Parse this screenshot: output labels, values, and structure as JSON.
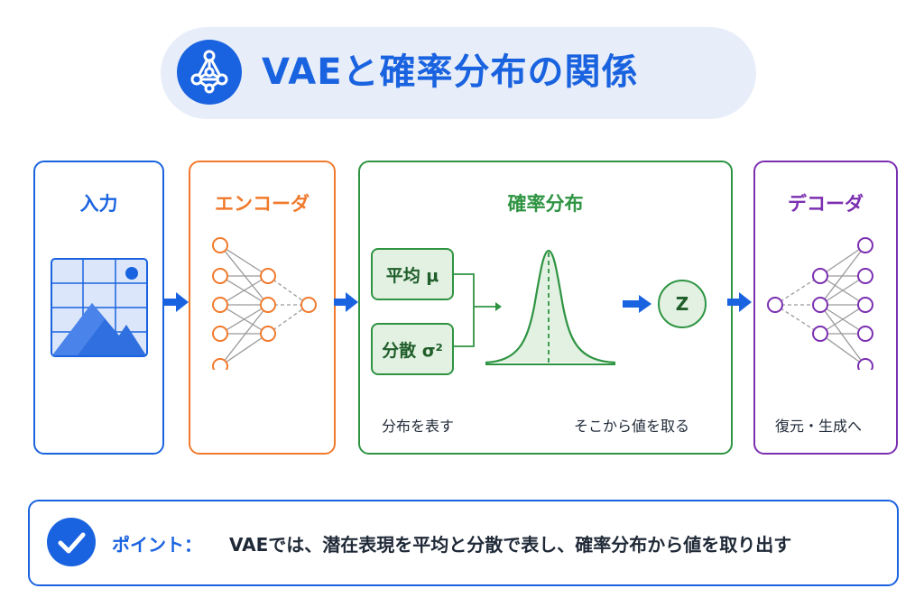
{
  "title": {
    "text": "VAEと確率分布の関係",
    "icon": "network-graph-icon"
  },
  "panels": {
    "input": {
      "title": "入力",
      "icon": "image-grid-icon"
    },
    "encoder": {
      "title": "エンコーダ",
      "icon": "neural-network-icon"
    },
    "distribution": {
      "title": "確率分布",
      "mean_label": "平均 μ",
      "variance_label": "分散 σ²",
      "latent_label": "Z",
      "caption_left": "分布を表す",
      "caption_right": "そこから値を取る",
      "icon": "bell-curve-icon"
    },
    "decoder": {
      "title": "デコーダ",
      "caption": "復元・生成へ",
      "icon": "neural-network-icon"
    }
  },
  "point": {
    "icon": "check-icon",
    "label": "ポイント：",
    "text": "VAEでは、潜在表現を平均と分散で表し、確率分布から値を取り出す"
  },
  "colors": {
    "blue": "#1a63e0",
    "orange": "#f07a2c",
    "green": "#2e9442",
    "purple": "#7b2fb0",
    "title_bg": "#e8eef9"
  }
}
